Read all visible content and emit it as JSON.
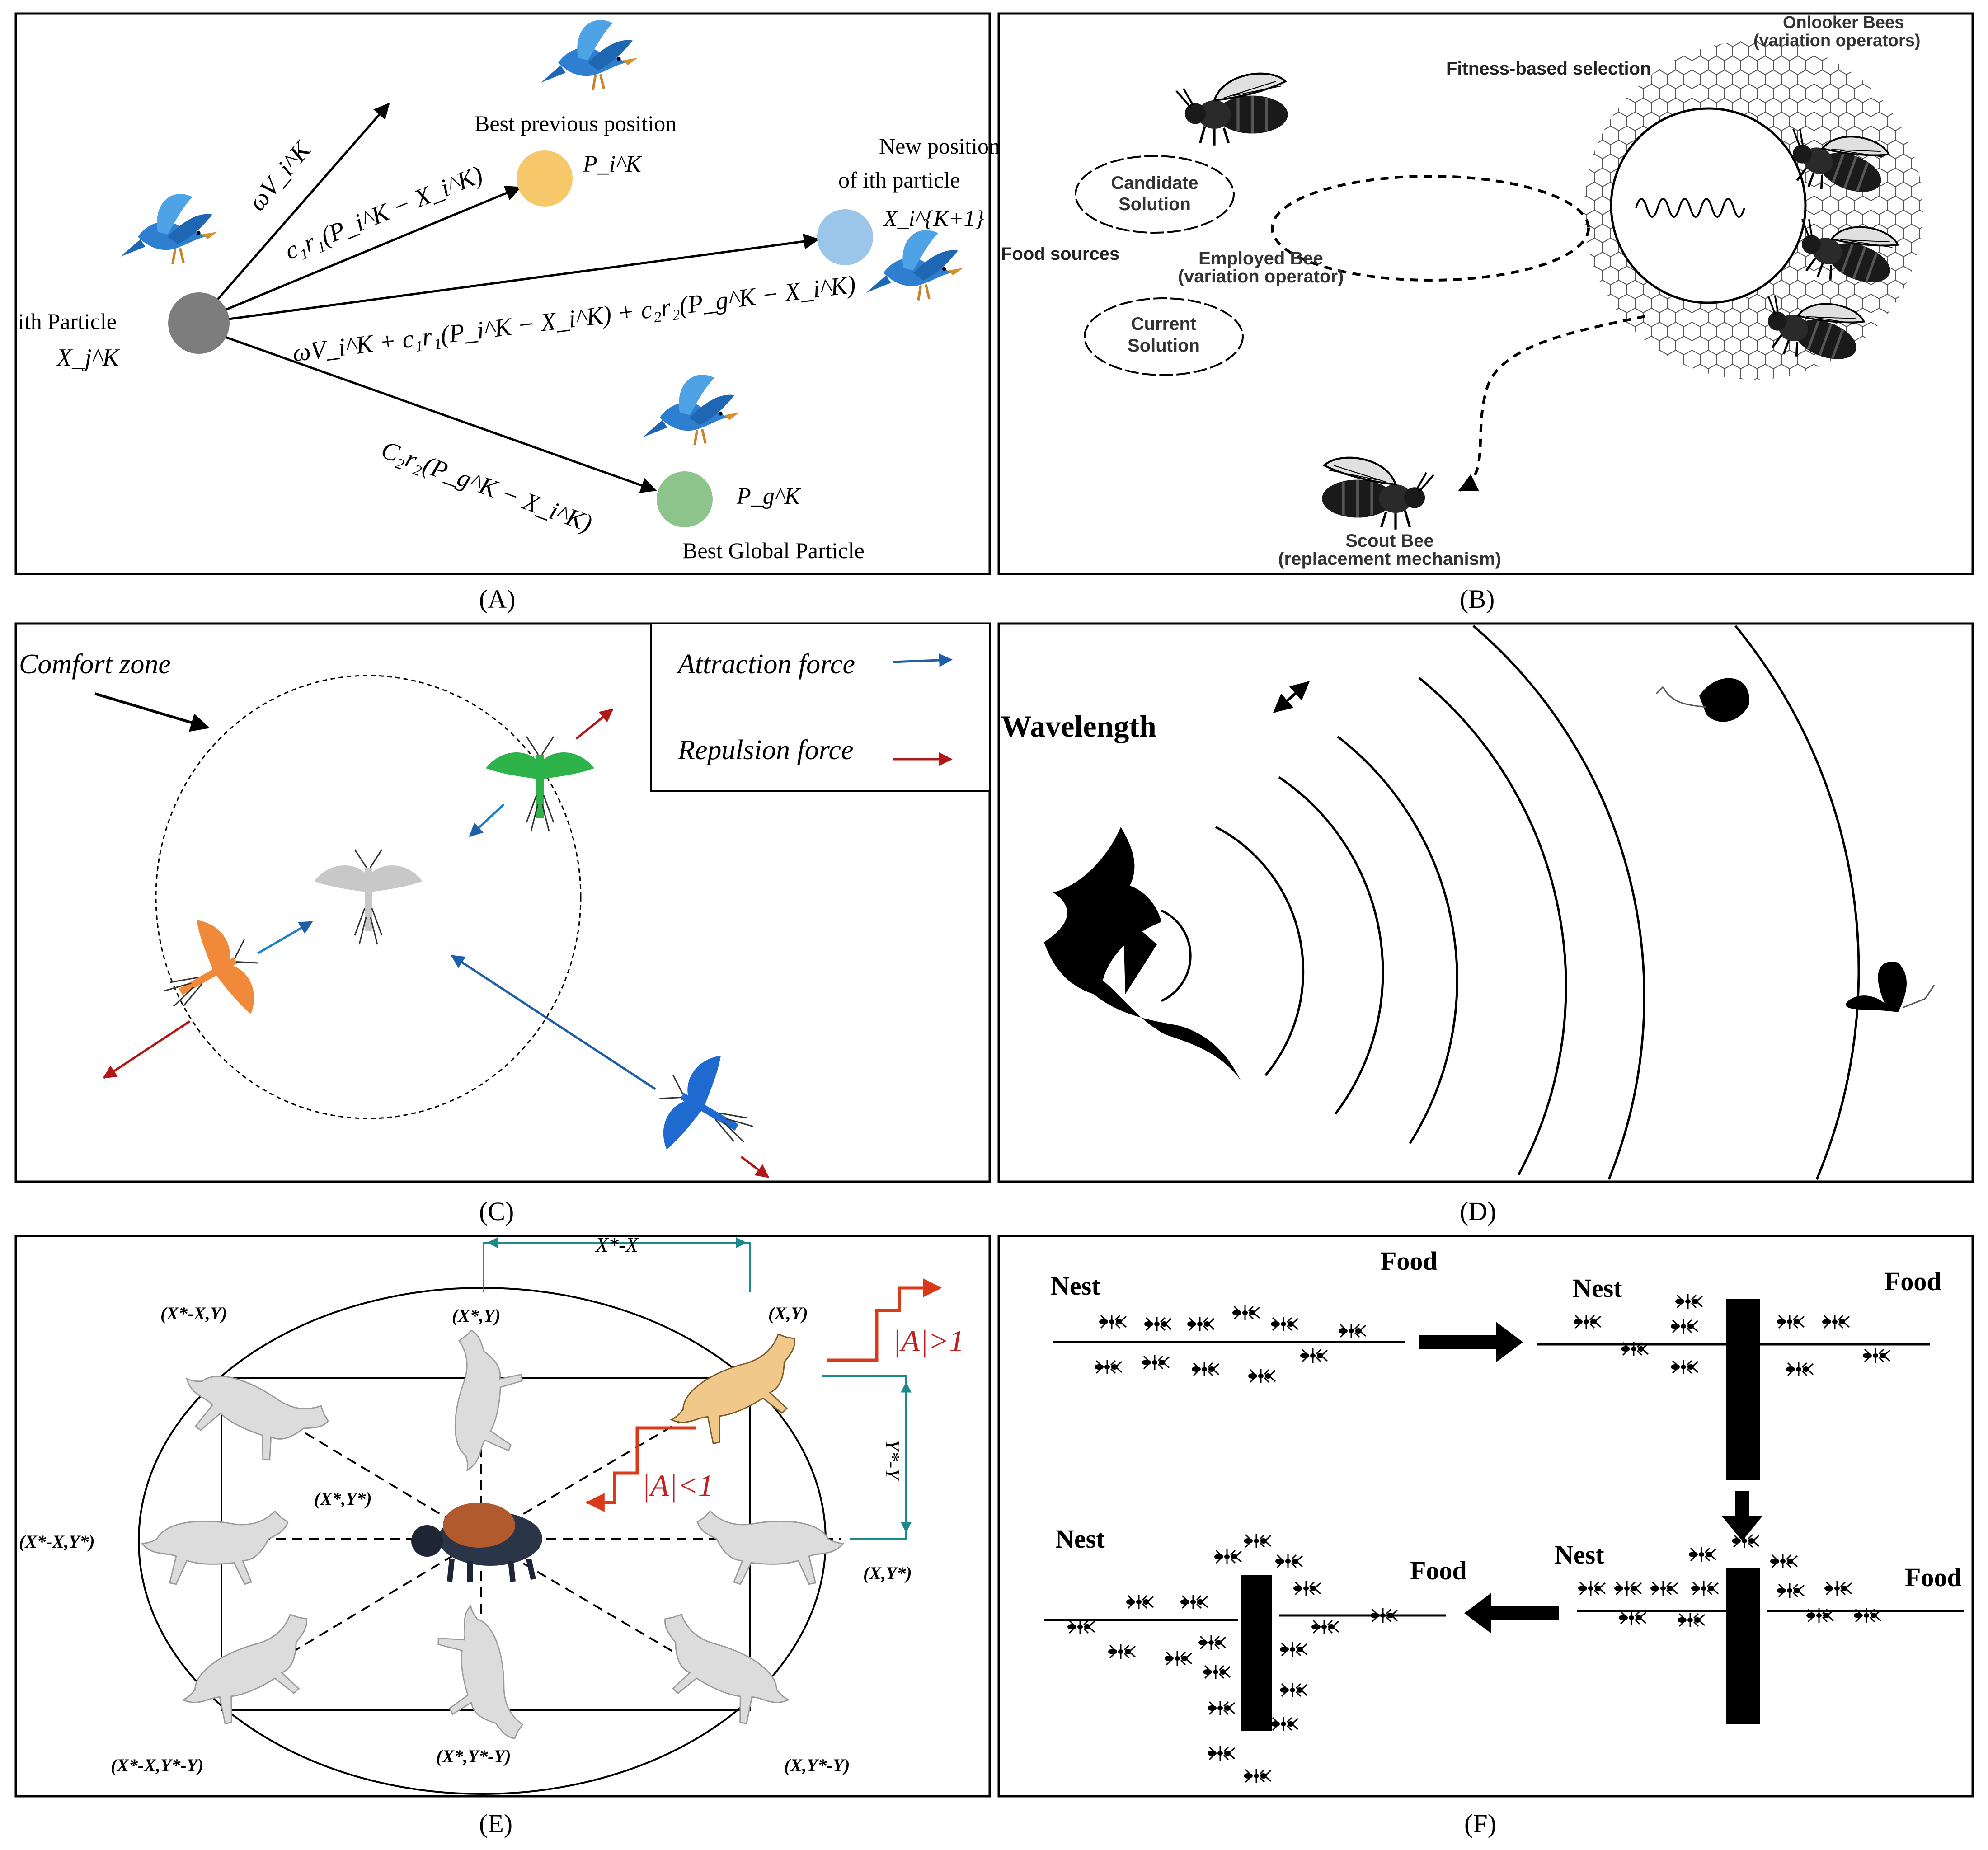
{
  "panels": {
    "a": {
      "caption": "(A)",
      "ith_particle": "ith Particle",
      "x_j_k": "X_j^K",
      "best_previous_position": "Best previous position",
      "p_i_k": "P_i^K",
      "new_position_line1": "New position",
      "new_position_line2": "of ith particle",
      "x_i_k1": "X_i^{K+1}",
      "eq_inertia": "ωV_i^K",
      "eq_cognitive": "c₁r₁(P_i^K − X_i^K)",
      "eq_full": "ωV_i^K + c₁r₁(P_i^K − X_i^K) + c₂r₂(P_g^K − X_i^K)",
      "eq_social": "C₂r₂(P_g^K − X_i^K)",
      "p_g_k": "P_g^K",
      "best_global_particle": "Best Global Particle"
    },
    "b": {
      "caption": "(B)",
      "onlooker_line1": "Onlooker Bees",
      "onlooker_line2": "(variation operators)",
      "fitness_selection": "Fitness-based selection",
      "candidate_line1": "Candidate",
      "candidate_line2": "Solution",
      "food_sources": "Food sources",
      "employed_line1": "Employed Bee",
      "employed_line2": "(variation operator)",
      "current_line1": "Current",
      "current_line2": "Solution",
      "scout_line1": "Scout Bee",
      "scout_line2": "(replacement mechanism)"
    },
    "c": {
      "caption": "(C)",
      "comfort_zone": "Comfort zone",
      "attraction": "Attraction force",
      "repulsion": "Repulsion force",
      "attraction_color": "#1f5fa8",
      "repulsion_color": "#b01818"
    },
    "d": {
      "caption": "(D)",
      "wavelength": "Wavelength"
    },
    "e": {
      "caption": "(E)",
      "top_dist": "X*-X",
      "right_dist": "Y*-Y",
      "a_gt_1": "|A|>1",
      "a_lt_1": "|A|<1",
      "p_tl": "(X*-X,Y)",
      "p_tc": "(X*,Y)",
      "p_tr": "(X,Y)",
      "p_ml": "(X*-X,Y*)",
      "p_center": "(X*,Y*)",
      "p_mr": "(X,Y*)",
      "p_bl": "(X*-X,Y*-Y)",
      "p_bc": "(X*,Y*-Y)",
      "p_br": "(X,Y*-Y)"
    },
    "f": {
      "caption": "(F)",
      "nest": "Nest",
      "food": "Food"
    }
  }
}
